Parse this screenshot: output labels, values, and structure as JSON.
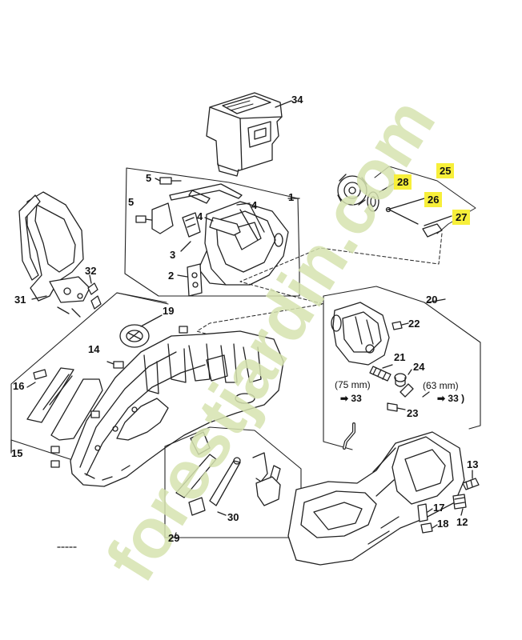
{
  "watermark": {
    "text": "forestjardin.com",
    "color": "#d6e3b0",
    "accent_color": "#f0b24a"
  },
  "highlight_color": "#f7ef3a",
  "part_labels": [
    {
      "id": "34",
      "text": "34",
      "highlighted": false
    },
    {
      "id": "1",
      "text": "1",
      "highlighted": false
    },
    {
      "id": "5a",
      "text": "5",
      "highlighted": false
    },
    {
      "id": "5b",
      "text": "5",
      "highlighted": false
    },
    {
      "id": "4a",
      "text": "4",
      "highlighted": false
    },
    {
      "id": "4b",
      "text": "4",
      "highlighted": false
    },
    {
      "id": "3",
      "text": "3",
      "highlighted": false
    },
    {
      "id": "2",
      "text": "2",
      "highlighted": false
    },
    {
      "id": "25",
      "text": "25",
      "highlighted": true
    },
    {
      "id": "28",
      "text": "28",
      "highlighted": true
    },
    {
      "id": "26",
      "text": "26",
      "highlighted": true
    },
    {
      "id": "27",
      "text": "27",
      "highlighted": true
    },
    {
      "id": "32",
      "text": "32",
      "highlighted": false
    },
    {
      "id": "31",
      "text": "31",
      "highlighted": false
    },
    {
      "id": "19",
      "text": "19",
      "highlighted": false
    },
    {
      "id": "20",
      "text": "20",
      "highlighted": false
    },
    {
      "id": "22",
      "text": "22",
      "highlighted": false
    },
    {
      "id": "21",
      "text": "21",
      "highlighted": false
    },
    {
      "id": "24",
      "text": "24",
      "highlighted": false
    },
    {
      "id": "23",
      "text": "23",
      "highlighted": false
    },
    {
      "id": "14",
      "text": "14",
      "highlighted": false
    },
    {
      "id": "16",
      "text": "16",
      "highlighted": false
    },
    {
      "id": "15",
      "text": "15",
      "highlighted": false
    },
    {
      "id": "13",
      "text": "13",
      "highlighted": false
    },
    {
      "id": "12",
      "text": "12",
      "highlighted": false
    },
    {
      "id": "17",
      "text": "17",
      "highlighted": false
    },
    {
      "id": "18",
      "text": "18",
      "highlighted": false
    },
    {
      "id": "30",
      "text": "30",
      "highlighted": false
    },
    {
      "id": "29",
      "text": "29",
      "highlighted": false
    }
  ],
  "notes": {
    "left_size": "(75 mm)",
    "left_ref": "➡ 33",
    "right_size": "(63 mm)",
    "right_ref": "➡ 33 )"
  }
}
